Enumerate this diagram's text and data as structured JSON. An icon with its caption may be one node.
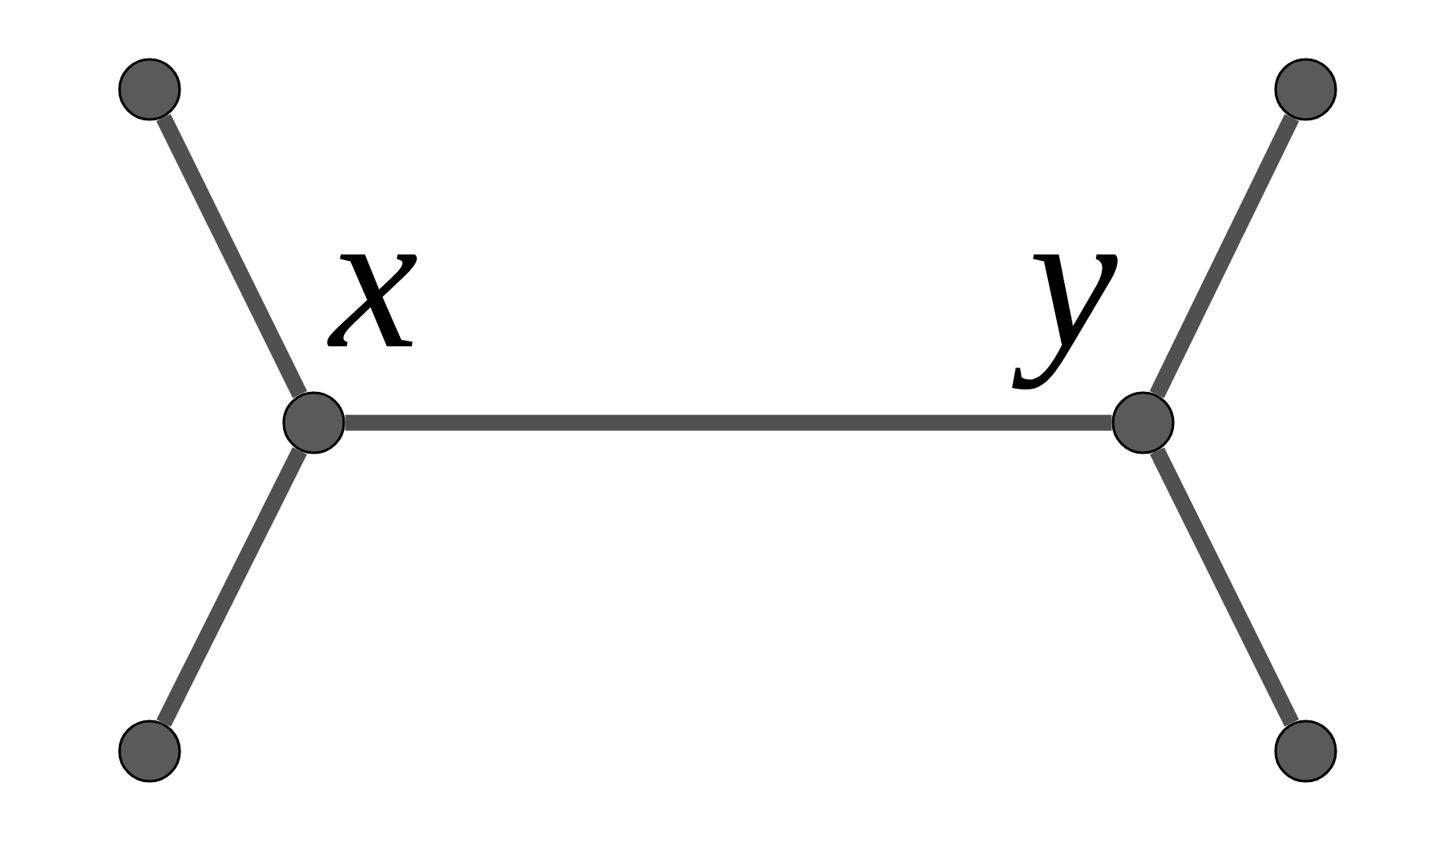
{
  "diagram": {
    "nodes": [
      {
        "text": [],
        "shape": "circle"
      },
      {
        "text": [],
        "shape": "circle",
        "beside": [
          "x"
        ]
      },
      {
        "text": [],
        "shape": "circle",
        "beside": [
          "y"
        ]
      },
      {
        "text": [],
        "shape": "circle"
      },
      {
        "text": [],
        "shape": "circle"
      },
      {
        "text": [],
        "shape": "circle"
      }
    ],
    "edges": [
      {
        "from": 0,
        "to": 1,
        "arrow": "none"
      },
      {
        "from": 1,
        "to": 2,
        "arrow": "none"
      },
      {
        "from": 2,
        "to": 3,
        "arrow": "none"
      },
      {
        "from": 1,
        "to": 4,
        "arrow": "none"
      },
      {
        "from": 2,
        "to": 5,
        "arrow": "none"
      }
    ]
  }
}
